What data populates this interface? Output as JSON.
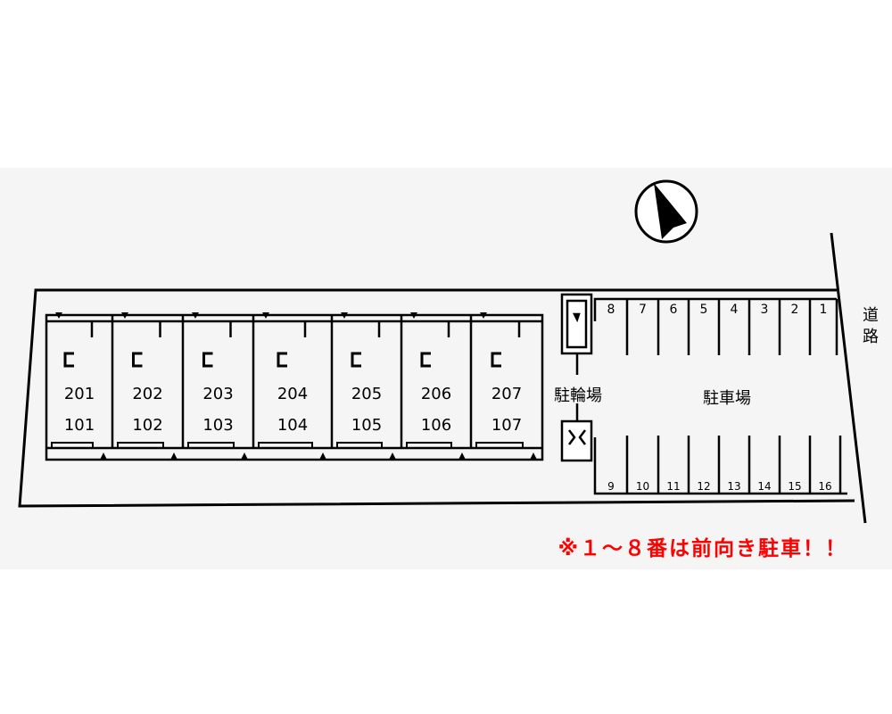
{
  "units": [
    {
      "upper": "201",
      "lower": "101"
    },
    {
      "upper": "202",
      "lower": "102"
    },
    {
      "upper": "203",
      "lower": "103"
    },
    {
      "upper": "204",
      "lower": "104"
    },
    {
      "upper": "205",
      "lower": "105"
    },
    {
      "upper": "206",
      "lower": "106"
    },
    {
      "upper": "207",
      "lower": "107"
    }
  ],
  "bicycle_parking_label": "駐輪場",
  "parking_label": "駐車場",
  "road_label": "道路",
  "parking_spaces_top": [
    "8",
    "7",
    "6",
    "5",
    "4",
    "3",
    "2",
    "1"
  ],
  "parking_spaces_bottom": [
    "9",
    "10",
    "11",
    "12",
    "13",
    "14",
    "15",
    "16"
  ],
  "notice": "※１～８番は前向き駐車！！",
  "colors": {
    "lines": "#000000",
    "notice": "#ff0000",
    "background": "#f5f5f5"
  },
  "icons": [
    "north-arrow-icon"
  ]
}
